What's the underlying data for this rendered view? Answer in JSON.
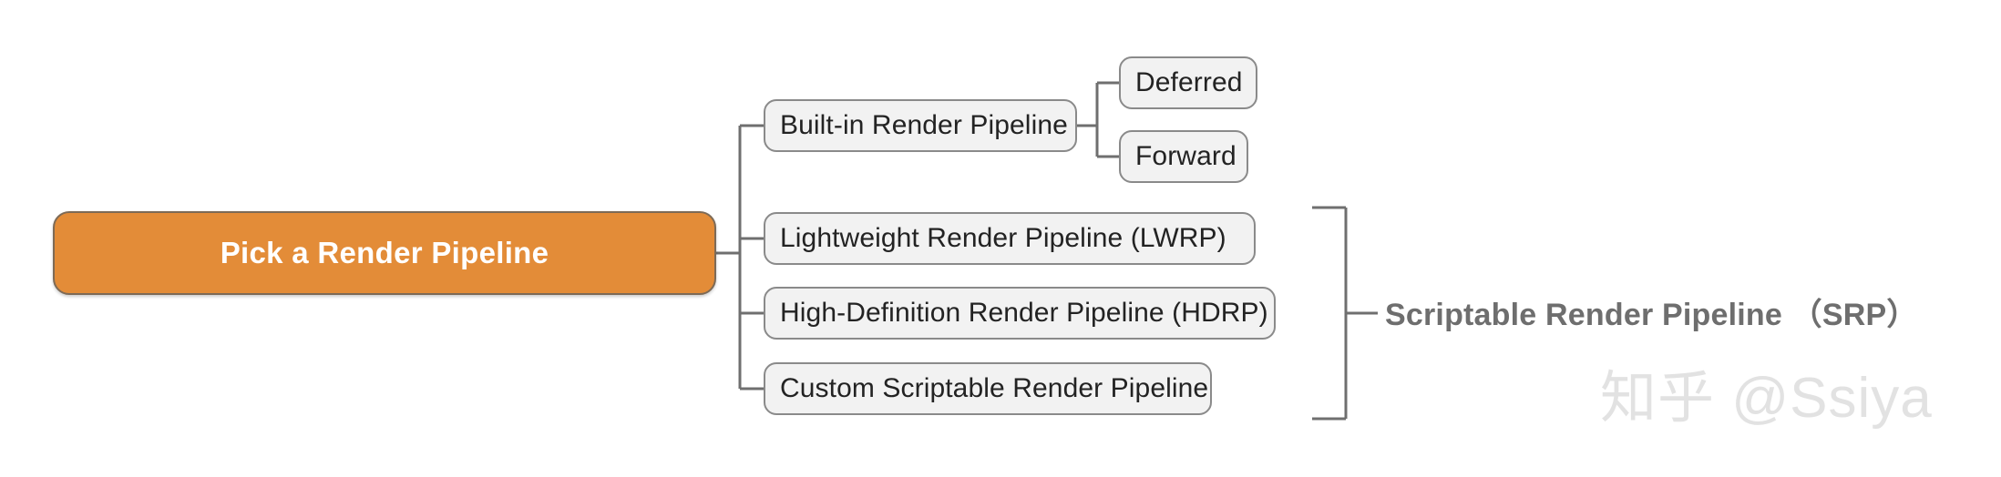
{
  "diagram": {
    "title": "Pick a Render Pipeline",
    "root": {
      "label": "Pick a Render Pipeline",
      "fill_color": "#e38c38",
      "text_color": "#ffffff"
    },
    "nodes": {
      "builtin": "Built-in Render Pipeline",
      "deferred": "Deferred",
      "forward": "Forward",
      "lwrp": "Lightweight Render Pipeline (LWRP)",
      "hdrp": "High-Definition Render Pipeline (HDRP)",
      "custom": "Custom Scriptable Render Pipeline"
    },
    "group_label": "Scriptable Render Pipeline （SRP）",
    "node_fill_color": "#f2f2f2",
    "node_border_color": "#8a8a8a",
    "connector_color": "#6f6f6f",
    "group_label_color": "#6e6e6e"
  },
  "watermark": {
    "text": "知乎 @Ssiya",
    "color": "#e2e2e2"
  }
}
